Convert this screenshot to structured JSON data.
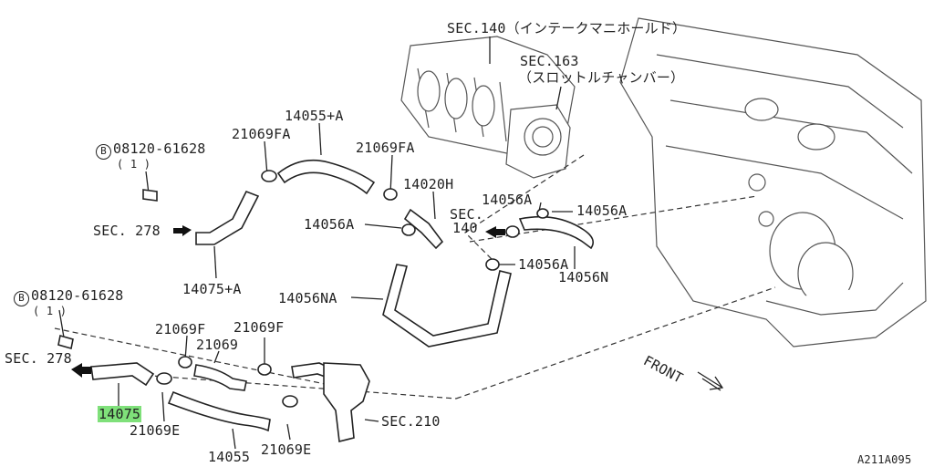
{
  "labels": {
    "sec140": "SEC.140（インテークマニホールド）",
    "sec163_a": "SEC.163",
    "sec163_b": "（スロットルチャンバー）",
    "p14055A": "14055+A",
    "p21069FA_1": "21069FA",
    "p21069FA_2": "21069FA",
    "bolt_top": "08120-61628",
    "bolt_top_qty": "( 1 )",
    "bolt_top_circle": "B",
    "sec278_top": "SEC. 278",
    "p14075A": "14075+A",
    "p14020H": "14020H",
    "p14056A_1": "14056A",
    "p14056A_2": "14056A",
    "p14056A_3": "14056A",
    "p14056A_4": "14056A",
    "sec140_b_1": "SEC.",
    "sec140_b_2": "140",
    "p14056N": "14056N",
    "p14056NA": "14056NA",
    "bolt_bot": "08120-61628",
    "bolt_bot_qty": "( 1 )",
    "bolt_bot_circle": "B",
    "sec278_bot": "SEC. 278",
    "p21069F_1": "21069F",
    "p21069F_2": "21069F",
    "p21069": "21069",
    "p14075": "14075",
    "p21069E_1": "21069E",
    "p21069E_2": "21069E",
    "p14055": "14055",
    "sec210": "SEC.210",
    "front": "FRONT",
    "code": "A211A095"
  },
  "colors": {
    "highlight": "#7fe07a",
    "ink": "#222222"
  }
}
